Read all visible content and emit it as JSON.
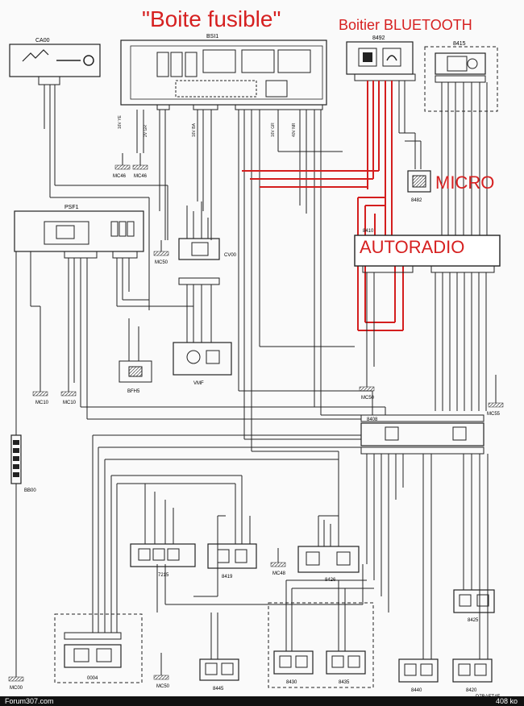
{
  "annotations": {
    "boite_fusible": "\"Boite fusible\"",
    "boitier_bluetooth": "Boitier BLUETOOTH",
    "micro": "MICRO",
    "autoradio": "AUTORADIO"
  },
  "components": {
    "ca00": "CA00",
    "bsi1": "BSI1",
    "b492": "8492",
    "b415": "8415",
    "psf1": "PSF1",
    "cv00": "CV00",
    "b410": "8410",
    "b408": "8408",
    "b482": "8482",
    "bfh5": "BFH5",
    "vmf": "VMF",
    "bb00": "BB00",
    "b419": "8419",
    "b426": "8426",
    "b425": "8425",
    "b445": "8445",
    "b430": "8430",
    "b435": "8435",
    "b440": "8440",
    "b420": "8420",
    "r0004": "0004",
    "b7215": "7215"
  },
  "grounds": {
    "mc46a": "MC46",
    "mc46b": "MC46",
    "mc50a": "MC50",
    "mc50b": "MC50",
    "mc10a": "MC10",
    "mc10b": "MC10",
    "mc55": "MC55",
    "mc48": "MC48",
    "mc50c": "MC50",
    "mc00": "MC00"
  },
  "footer": {
    "site": "Forum307.com",
    "size": "408 ko",
    "ref": "D7BAFT4E"
  },
  "colors": {
    "annotation": "#d62020",
    "wire": "#1a1a1a",
    "highlight_wire": "#d41e1e",
    "paper": "#fafafa"
  }
}
